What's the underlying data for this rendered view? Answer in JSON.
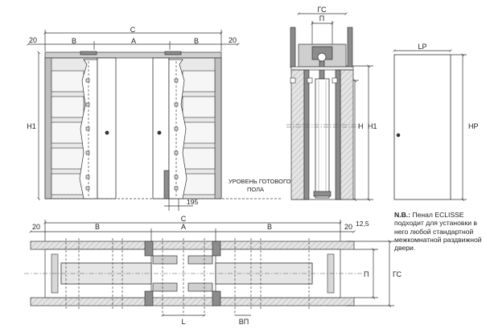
{
  "dimensions": {
    "c": "C",
    "a": "A",
    "b": "B",
    "edge_20": "20",
    "h1": "H1",
    "h": "H",
    "hp": "HP",
    "gs": "ГС",
    "p": "П",
    "lp": "LP",
    "l": "L",
    "vp": "ВП",
    "v_195": "195",
    "v_12_5": "12,5"
  },
  "labels": {
    "floor_level_line1": "УРОВЕНЬ ГОТОВОГО",
    "floor_level_line2": "ПОЛА"
  },
  "note": {
    "prefix": "N.B.:",
    "text": " Пенал ECLISSE подходит для установки в него любой стандартной межкомнатной раздвижной двери."
  }
}
